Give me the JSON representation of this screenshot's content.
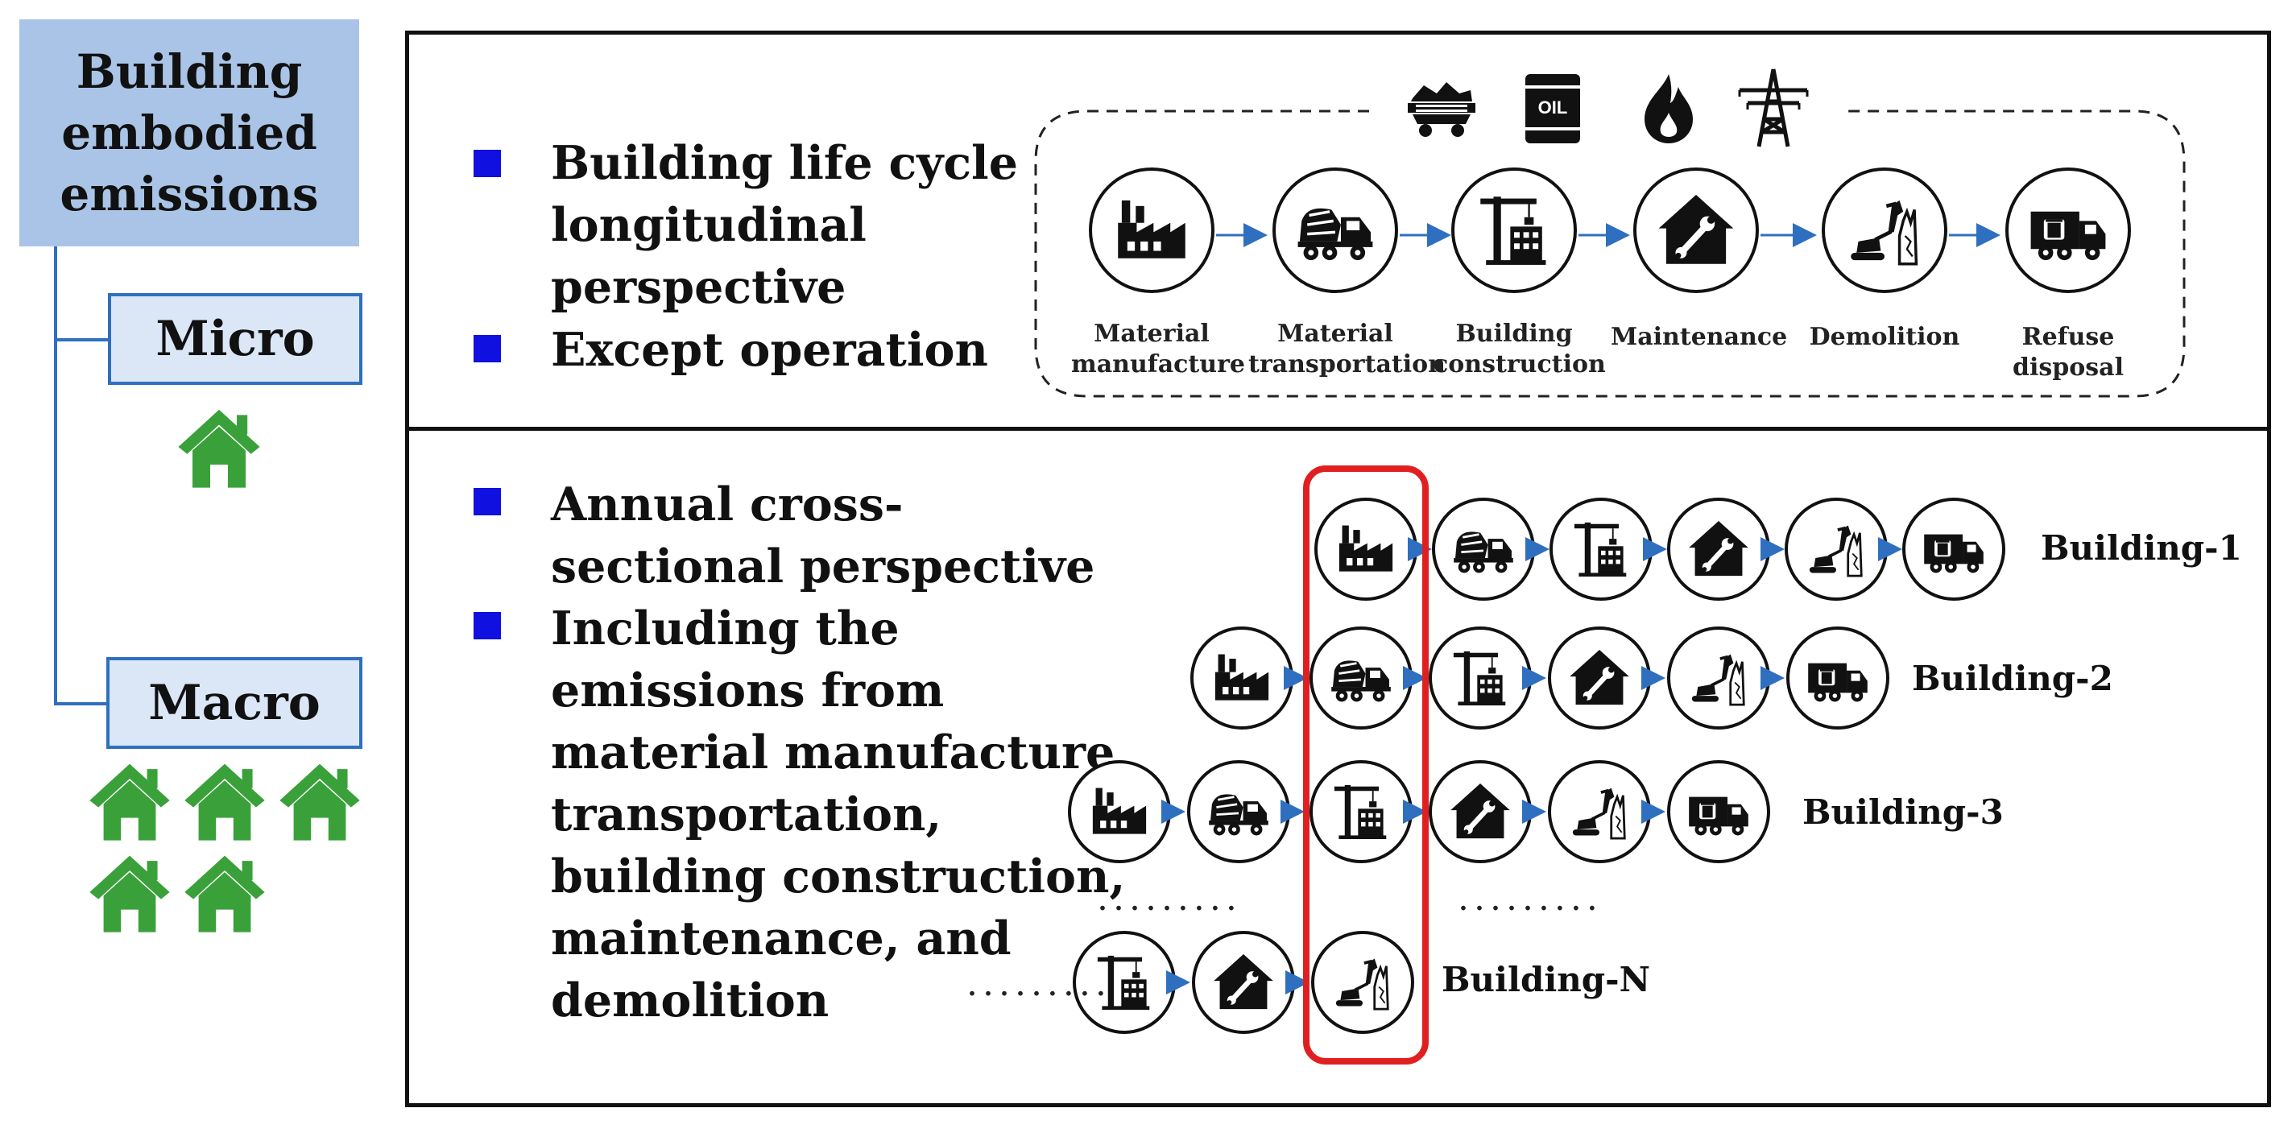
{
  "root": {
    "title_lines": [
      "Building",
      "embodied",
      "emissions"
    ]
  },
  "levels": {
    "micro": "Micro",
    "macro": "Macro"
  },
  "top_panel": {
    "bullets": [
      {
        "lines": [
          "Building life cycle",
          "longitudinal",
          "perspective"
        ]
      },
      {
        "lines": [
          "Except operation"
        ]
      }
    ],
    "energy_icons": [
      "coal-cart-icon",
      "oil-barrel-icon",
      "flame-icon",
      "power-tower-icon"
    ],
    "oil_label": "OIL",
    "stages": [
      {
        "icon": "factory-icon",
        "label_lines": [
          "Material",
          "manufacture"
        ]
      },
      {
        "icon": "mixer-truck-icon",
        "label_lines": [
          "Material",
          "transportation"
        ]
      },
      {
        "icon": "crane-icon",
        "label_lines": [
          "Building",
          "construction"
        ]
      },
      {
        "icon": "house-wrench-icon",
        "label_lines": [
          "Maintenance"
        ]
      },
      {
        "icon": "excavator-icon",
        "label_lines": [
          "Demolition"
        ]
      },
      {
        "icon": "garbage-truck-icon",
        "label_lines": [
          "Refuse disposal"
        ]
      }
    ]
  },
  "bottom_panel": {
    "bullets": [
      {
        "lines": [
          "Annual cross-",
          "sectional perspective"
        ]
      },
      {
        "lines": [
          "Including the",
          "emissions from",
          "material manufacture,",
          "transportation,",
          "building construction,",
          "maintenance, and",
          "demolition"
        ]
      }
    ],
    "buildings": [
      "Building-1",
      "Building-2",
      "Building-3",
      "Building-N"
    ],
    "ellipsis": "........."
  },
  "colors": {
    "accent_blue": "#2f6fbf",
    "root_fill": "#a9c4e6",
    "level_fill": "#dbe7f6",
    "house_green": "#3aa13a",
    "bullet_blue": "#1010e0",
    "highlight_red": "#e02020"
  }
}
